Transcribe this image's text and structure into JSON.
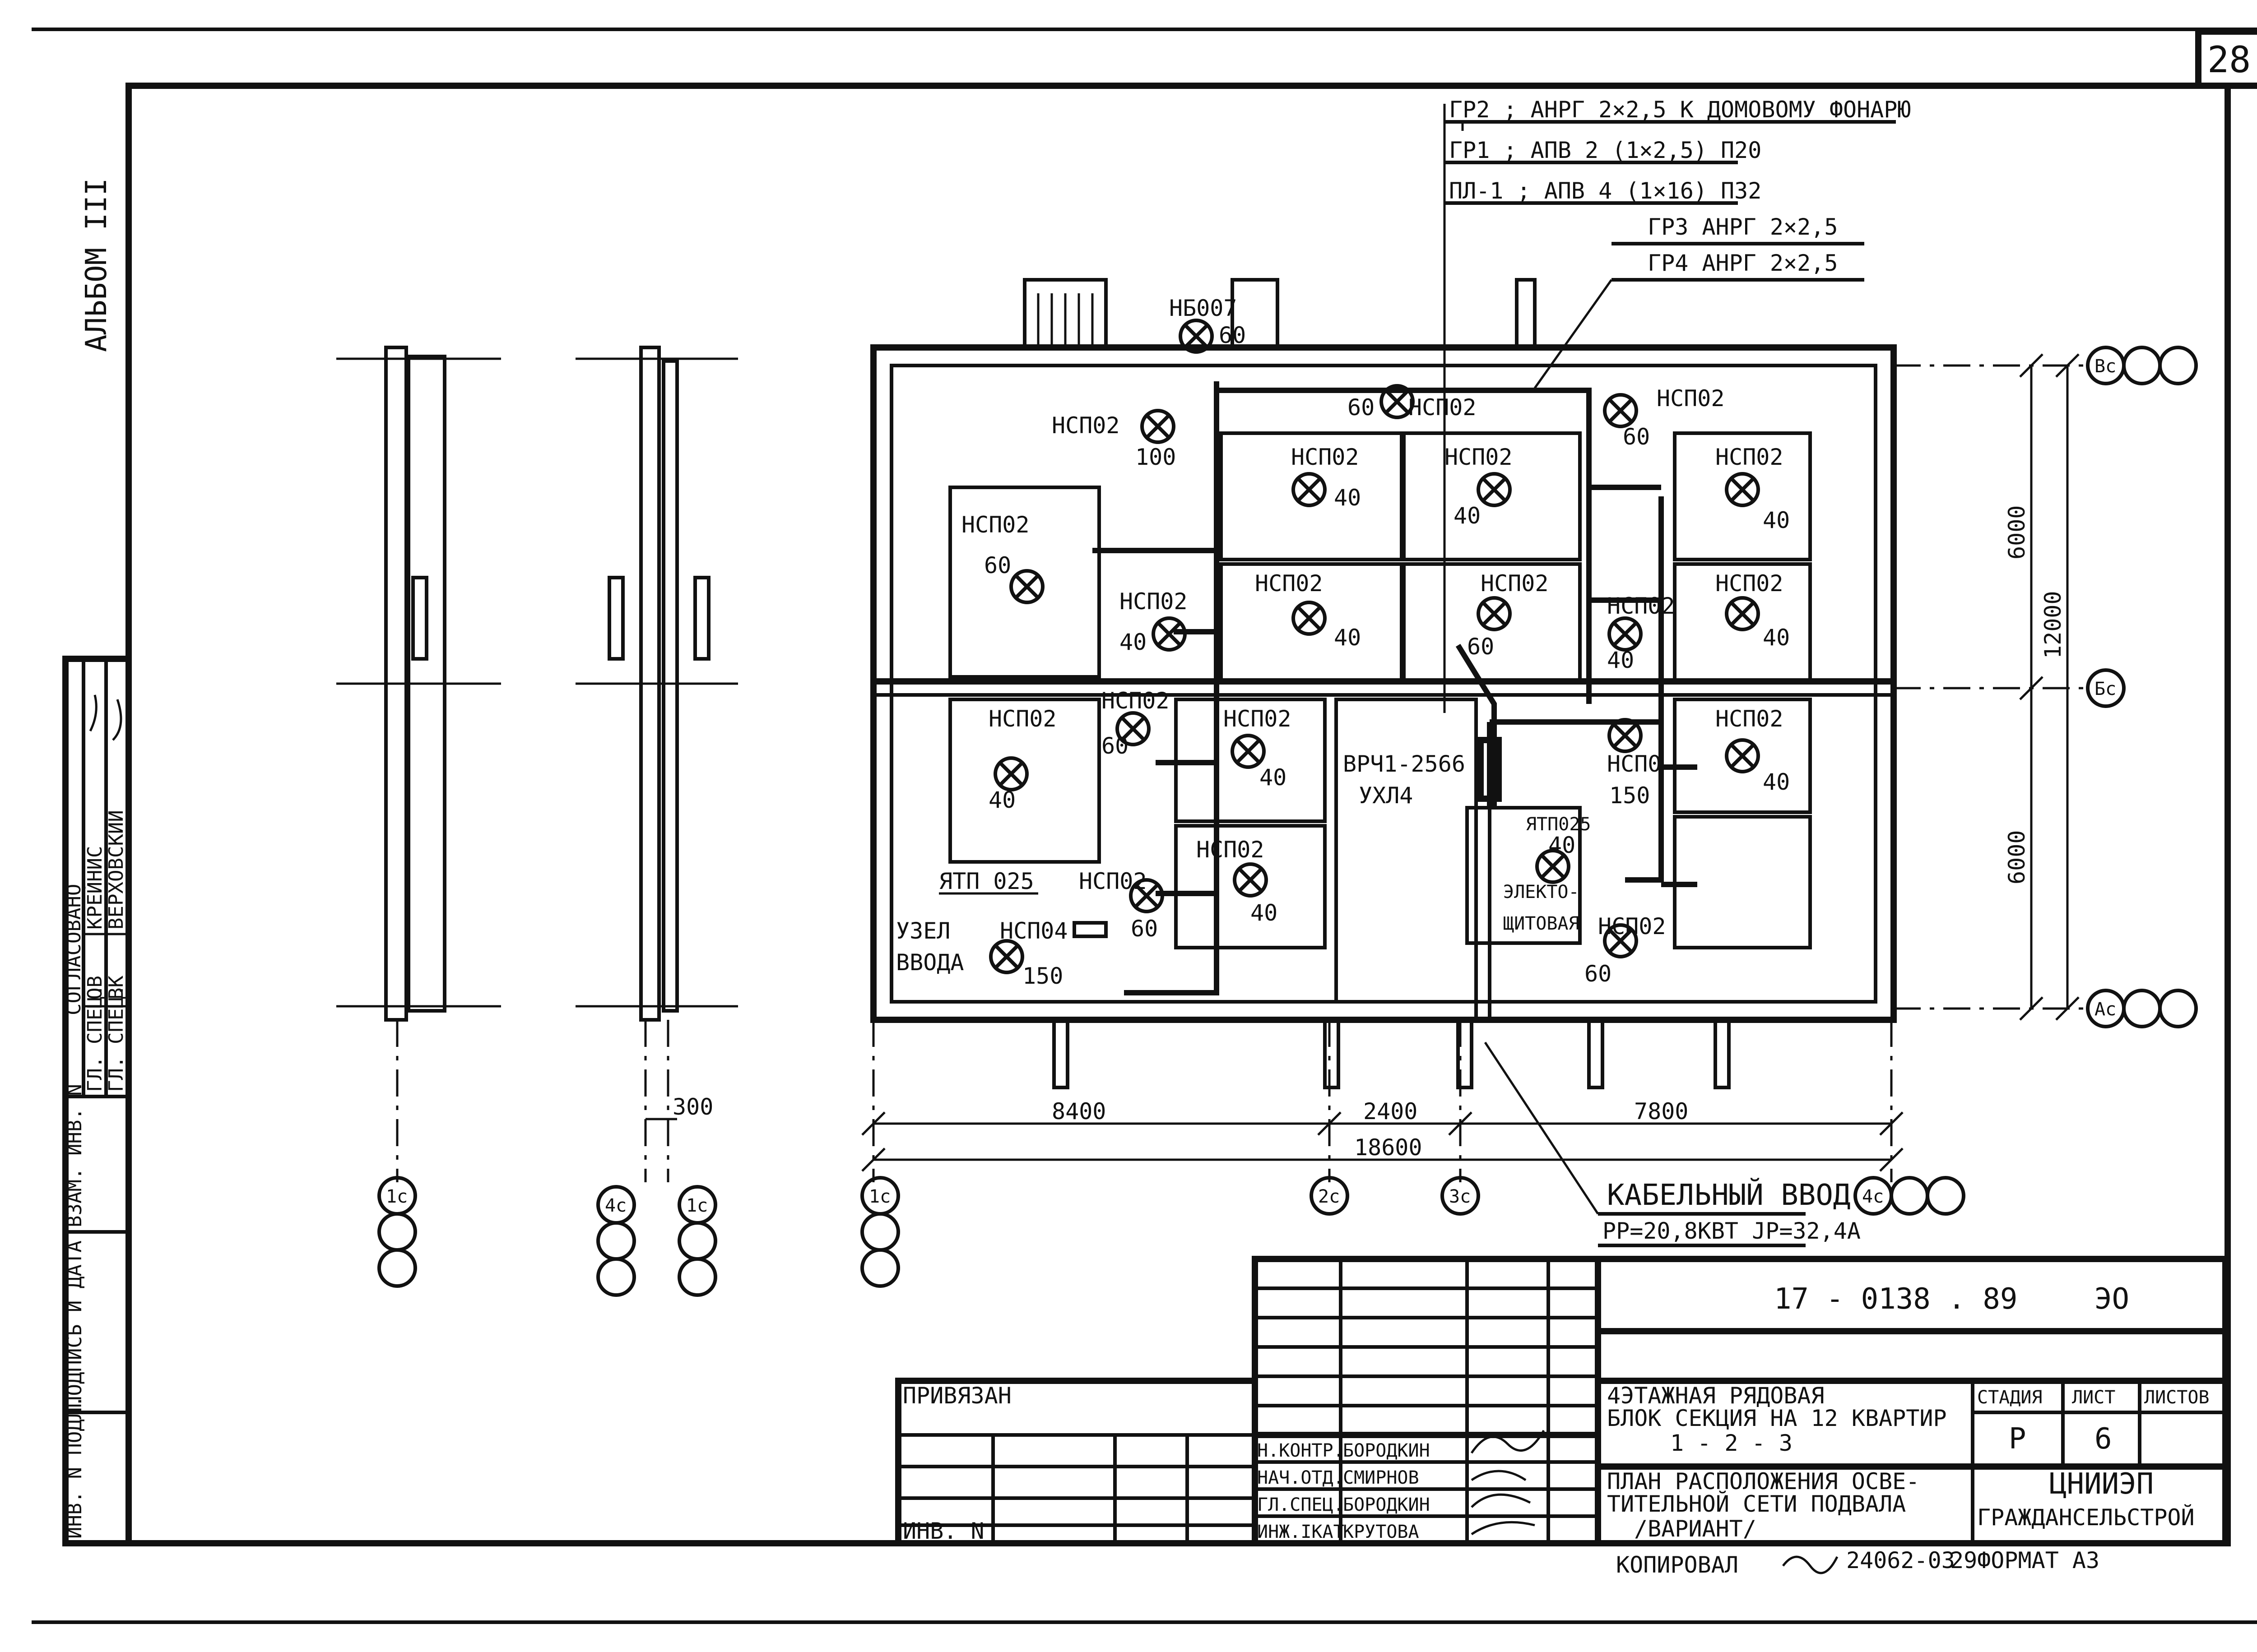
{
  "sheet": {
    "page_number": "28",
    "album": "АЛЬБОМ III"
  },
  "approvals": {
    "title": "СОГЛАСОВАНО",
    "rows": [
      {
        "role": "ГЛ. СПЕЦ.",
        "dept": "ОВ",
        "name": "КРЕЙНИС"
      },
      {
        "role": "ГЛ. СПЕЦ.",
        "dept": "ВК",
        "name": "ВЕРХОВСКИЙ"
      }
    ],
    "side_labels": [
      "ИНВ. N ПОДЛ.",
      "ПОДПИСЬ И ДАТА",
      "ВЗАМ. ИНВ. N"
    ]
  },
  "cable_callouts": [
    "ГР2 ; АНРГ 2×2,5 К ДОМОВОМУ ФОНАРЮ",
    "ГР1 ; АПВ 2 (1×2,5) П20",
    "ПЛ-1 ; АПВ 4 (1×16) П32",
    "ГР3  АНРГ 2×2,5",
    "ГР4  АНРГ 2×2,5"
  ],
  "fixtures": [
    {
      "type": "НБ007",
      "watts": "60"
    },
    {
      "type": "НСП02",
      "watts": "60"
    },
    {
      "type": "НСП02",
      "watts": "100"
    },
    {
      "type": "НСП02",
      "watts": "40"
    },
    {
      "type": "НСП02",
      "watts": "60"
    },
    {
      "type": "НСП02",
      "watts": "40"
    },
    {
      "type": "НСП02",
      "watts": "40"
    },
    {
      "type": "НСП02",
      "watts": "60"
    },
    {
      "type": "НСП02",
      "watts": "40"
    },
    {
      "type": "НСП02",
      "watts": "40"
    },
    {
      "type": "НСП02",
      "watts": "60"
    },
    {
      "type": "НСП02",
      "watts": "40"
    },
    {
      "type": "НСП02",
      "watts": "40"
    },
    {
      "type": "НСП02",
      "watts": "60"
    },
    {
      "type": "НСП02",
      "watts": "40"
    },
    {
      "type": "НСП02",
      "watts": "40"
    },
    {
      "type": "НСП02",
      "watts": "40"
    },
    {
      "type": "НСП02",
      "watts": "60"
    },
    {
      "type": "НСП04",
      "watts": "150"
    },
    {
      "type": "НСП0",
      "watts": "150"
    },
    {
      "type": "НСП02",
      "watts": "40"
    },
    {
      "type": "НСП02",
      "watts": "60"
    },
    {
      "type": "ЯТП025",
      "watts": "40"
    }
  ],
  "equipment": {
    "panel_label": "ВРЧ1-2566",
    "panel_sub": "УХЛ4",
    "ytp": "ЯТП 025",
    "room_input": "УЗЕЛ",
    "room_input2": "ВВОДА",
    "room_el1": "ЭЛЕКТО-",
    "room_el2": "ЩИТОВАЯ"
  },
  "cable_entry": {
    "title": "КАБЕЛЬНЫЙ ВВОД",
    "params": "PР=20,8КВТ  JР=32,4А"
  },
  "dimensions": {
    "horizontal": [
      "8400",
      "2400",
      "7800"
    ],
    "total": "18600",
    "wall": "300",
    "vertical": [
      "6000",
      "6000"
    ],
    "vertical_total": "12000"
  },
  "axes": {
    "bottom": [
      "1с",
      "4с",
      "1с",
      "1с",
      "2с",
      "3с",
      "4с"
    ],
    "right": [
      "Вс",
      "Бс",
      "Ас"
    ]
  },
  "title_block": {
    "doc_code": "17 - 0138 . 89",
    "doc_mark": "ЭО",
    "tied": "ПРИВЯЗАН",
    "inv": "ИНВ. N",
    "project_line1": "4ЭТАЖНАЯ  РЯДОВАЯ",
    "project_line2": "БЛОК СЕКЦИЯ НА 12 КВАРТИР",
    "project_line3": "1 - 2 - 3",
    "sheet_title_line1": "ПЛАН  РАСПОЛОЖЕНИЯ  ОСВЕ-",
    "sheet_title_line2": "ТИТЕЛЬНОЙ  СЕТИ  ПОДВАЛА",
    "sheet_title_line3": "/ВАРИАНТ/",
    "stage_h": "СТАДИЯ",
    "sheet_h": "ЛИСТ",
    "sheets_h": "ЛИСТОВ",
    "stage": "Р",
    "sheet_no": "6",
    "org_line1": "ЦНИИЭП",
    "org_line2": "ГРАЖДАНСЕЛЬСТРОЙ",
    "signers": [
      {
        "role": "Н.КОНТР.",
        "name": "БОРОДКИН"
      },
      {
        "role": "НАЧ.ОТД.",
        "name": "СМИРНОВ"
      },
      {
        "role": "ГЛ.СПЕЦ.",
        "name": "БОРОДКИН"
      },
      {
        "role": "ИНЖ.IКАТ",
        "name": "КРУТОВА"
      }
    ],
    "copied": "КОПИРОВАЛ",
    "copy_code": "24062-03",
    "format": "29ФОРМАТ А3"
  }
}
